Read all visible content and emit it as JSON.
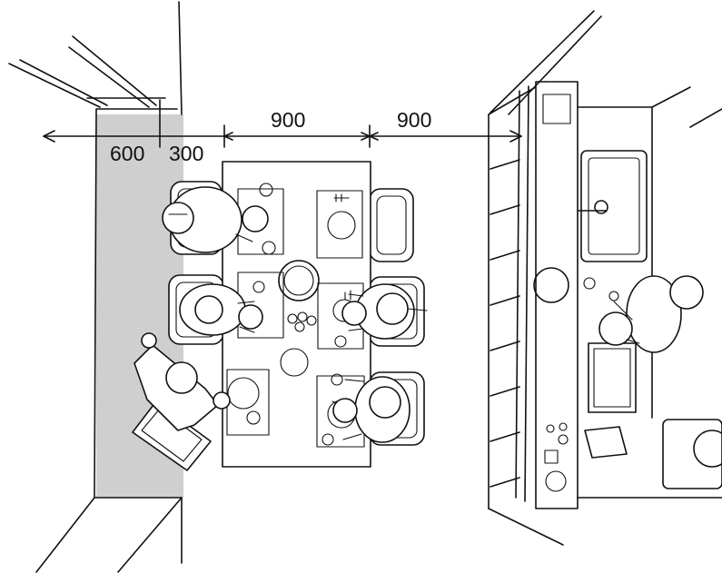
{
  "dimensions": {
    "walkway_width": "600",
    "wall_to_table": "300",
    "table_width": "900",
    "table_to_counter": "900"
  },
  "colors": {
    "line": "#111111",
    "walkway_zone": "#cfcfcf",
    "background": "#ffffff"
  }
}
